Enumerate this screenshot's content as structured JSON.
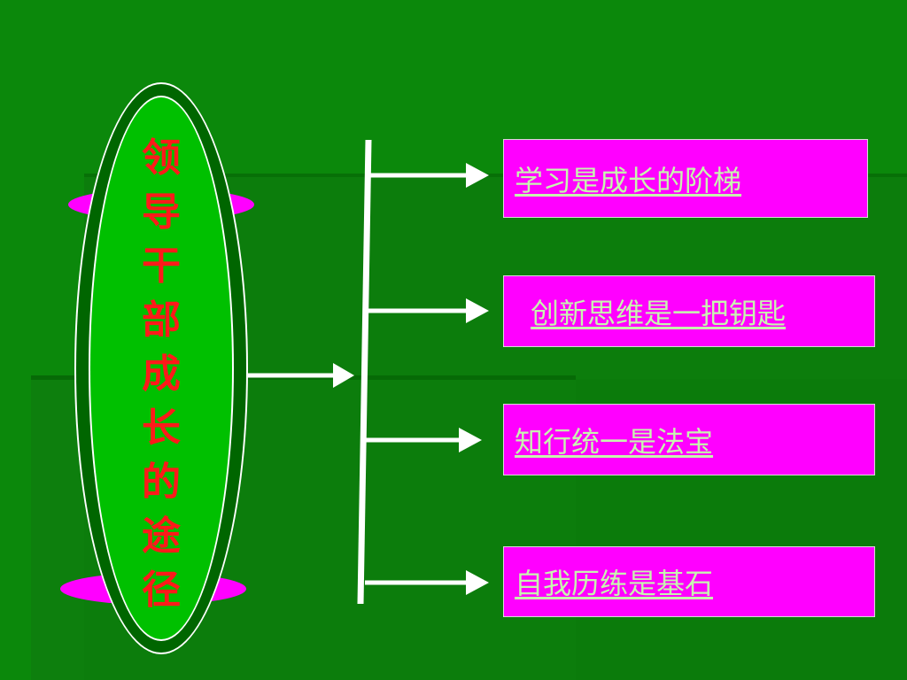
{
  "center": {
    "title": "领导干部成长的途径"
  },
  "branches": [
    {
      "label": "学习是成长的阶梯"
    },
    {
      "label": "创新思维是一把钥匙"
    },
    {
      "label": "知行统一是法宝"
    },
    {
      "label": "自我历练是基石"
    }
  ],
  "colors": {
    "background": "#0b880b",
    "oval_fill": "#00c000",
    "oval_ring": "#006600",
    "accent_ellipse": "#ff00ff",
    "box_fill": "#ff00ff",
    "title_text": "#ff1a1a",
    "box_text": "#c8f5b0",
    "connector": "#ffffff"
  }
}
